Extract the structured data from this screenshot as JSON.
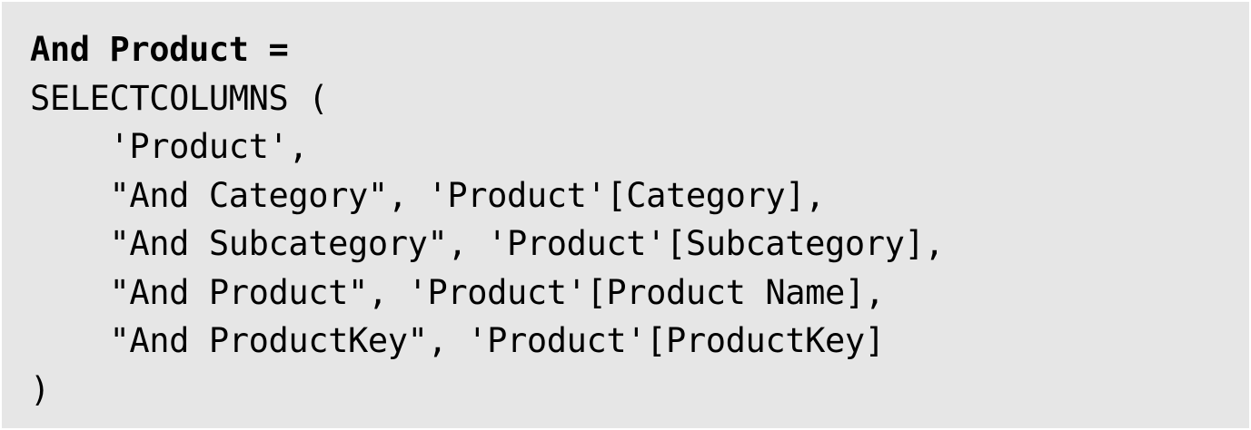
{
  "code": {
    "lines": [
      "And Product =",
      "SELECTCOLUMNS (",
      "    'Product',",
      "    \"And Category\", 'Product'[Category],",
      "    \"And Subcategory\", 'Product'[Subcategory],",
      "    \"And Product\", 'Product'[Product Name],",
      "    \"And ProductKey\", 'Product'[ProductKey]",
      ")"
    ]
  },
  "colors": {
    "background": "#e6e6e6",
    "text": "#000000"
  }
}
